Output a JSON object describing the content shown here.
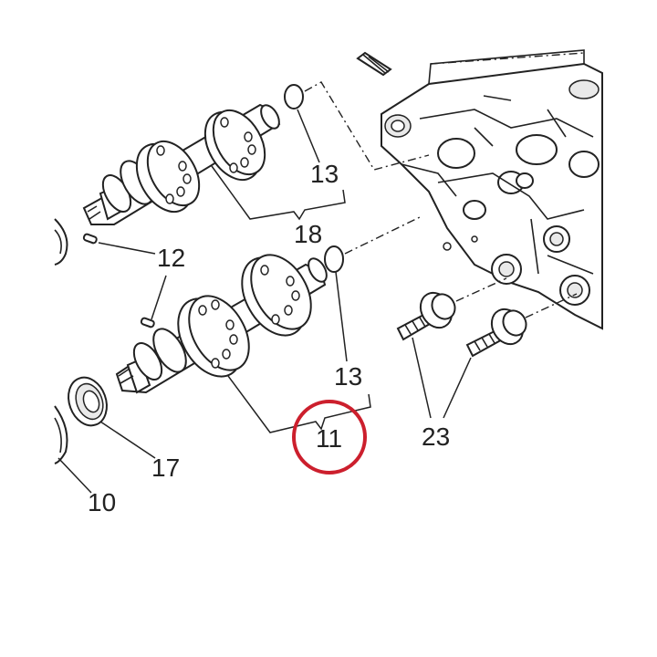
{
  "callouts": {
    "c10": "10",
    "c11": "11",
    "c12": "12",
    "c13_top": "13",
    "c13_bottom": "13",
    "c17": "17",
    "c18": "18",
    "c23": "23"
  },
  "colors": {
    "line": "#222222",
    "highlight": "#cc1f2d"
  }
}
